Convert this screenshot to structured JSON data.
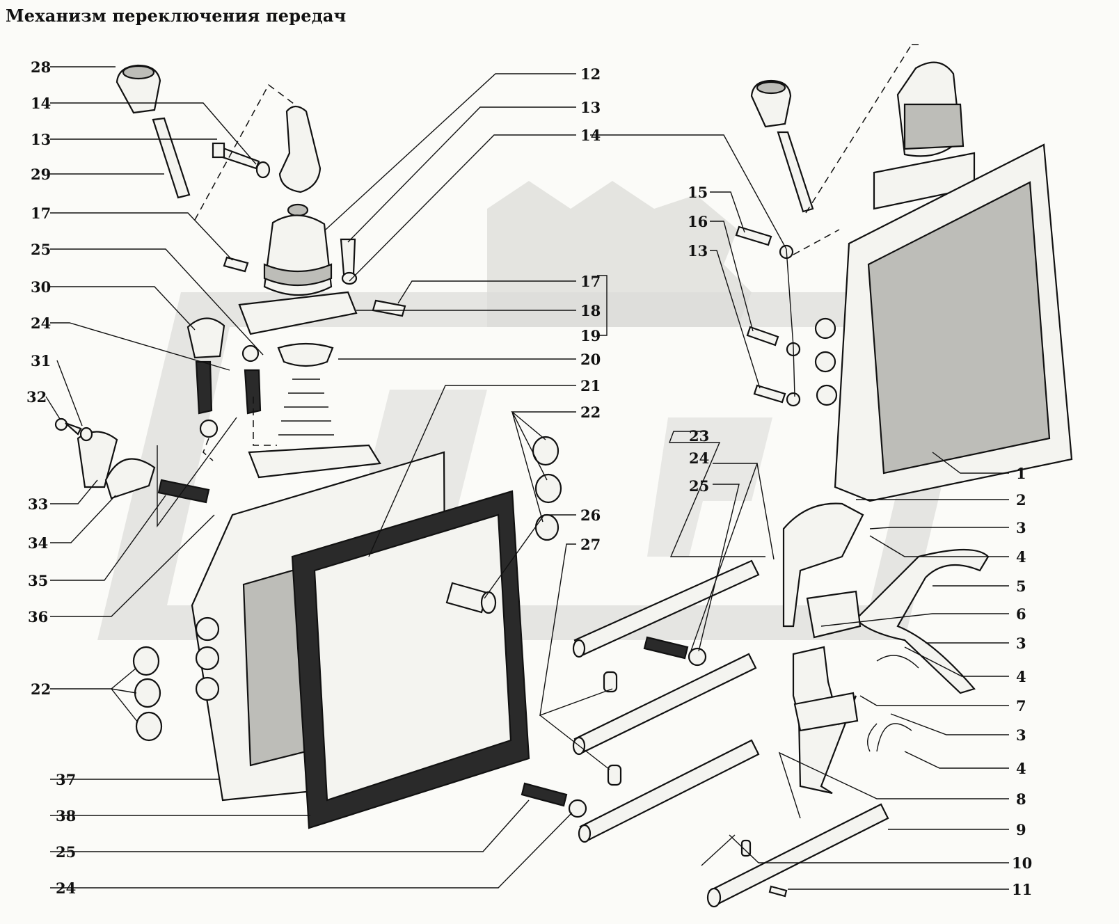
{
  "title": "Механизм переключения передач",
  "labels_left": [
    "28",
    "14",
    "13",
    "29",
    "17",
    "25",
    "30",
    "24",
    "31",
    "32",
    "33",
    "34",
    "35",
    "36",
    "22",
    "37",
    "38",
    "25",
    "24"
  ],
  "labels_center": [
    "12",
    "13",
    "14",
    "17",
    "18",
    "19",
    "20",
    "21",
    "22",
    "26",
    "27",
    "23",
    "24",
    "25"
  ],
  "labels_right_top": [
    "15",
    "16",
    "13"
  ],
  "labels_right": [
    "1",
    "2",
    "3",
    "4",
    "5",
    "6",
    "3",
    "4",
    "7",
    "3",
    "4",
    "8",
    "9",
    "10",
    "11"
  ],
  "colors": {
    "ink": "#111111",
    "paper": "#fbfbf8",
    "watermark": "#dcdcd8",
    "shade": "#bdbdb8"
  }
}
